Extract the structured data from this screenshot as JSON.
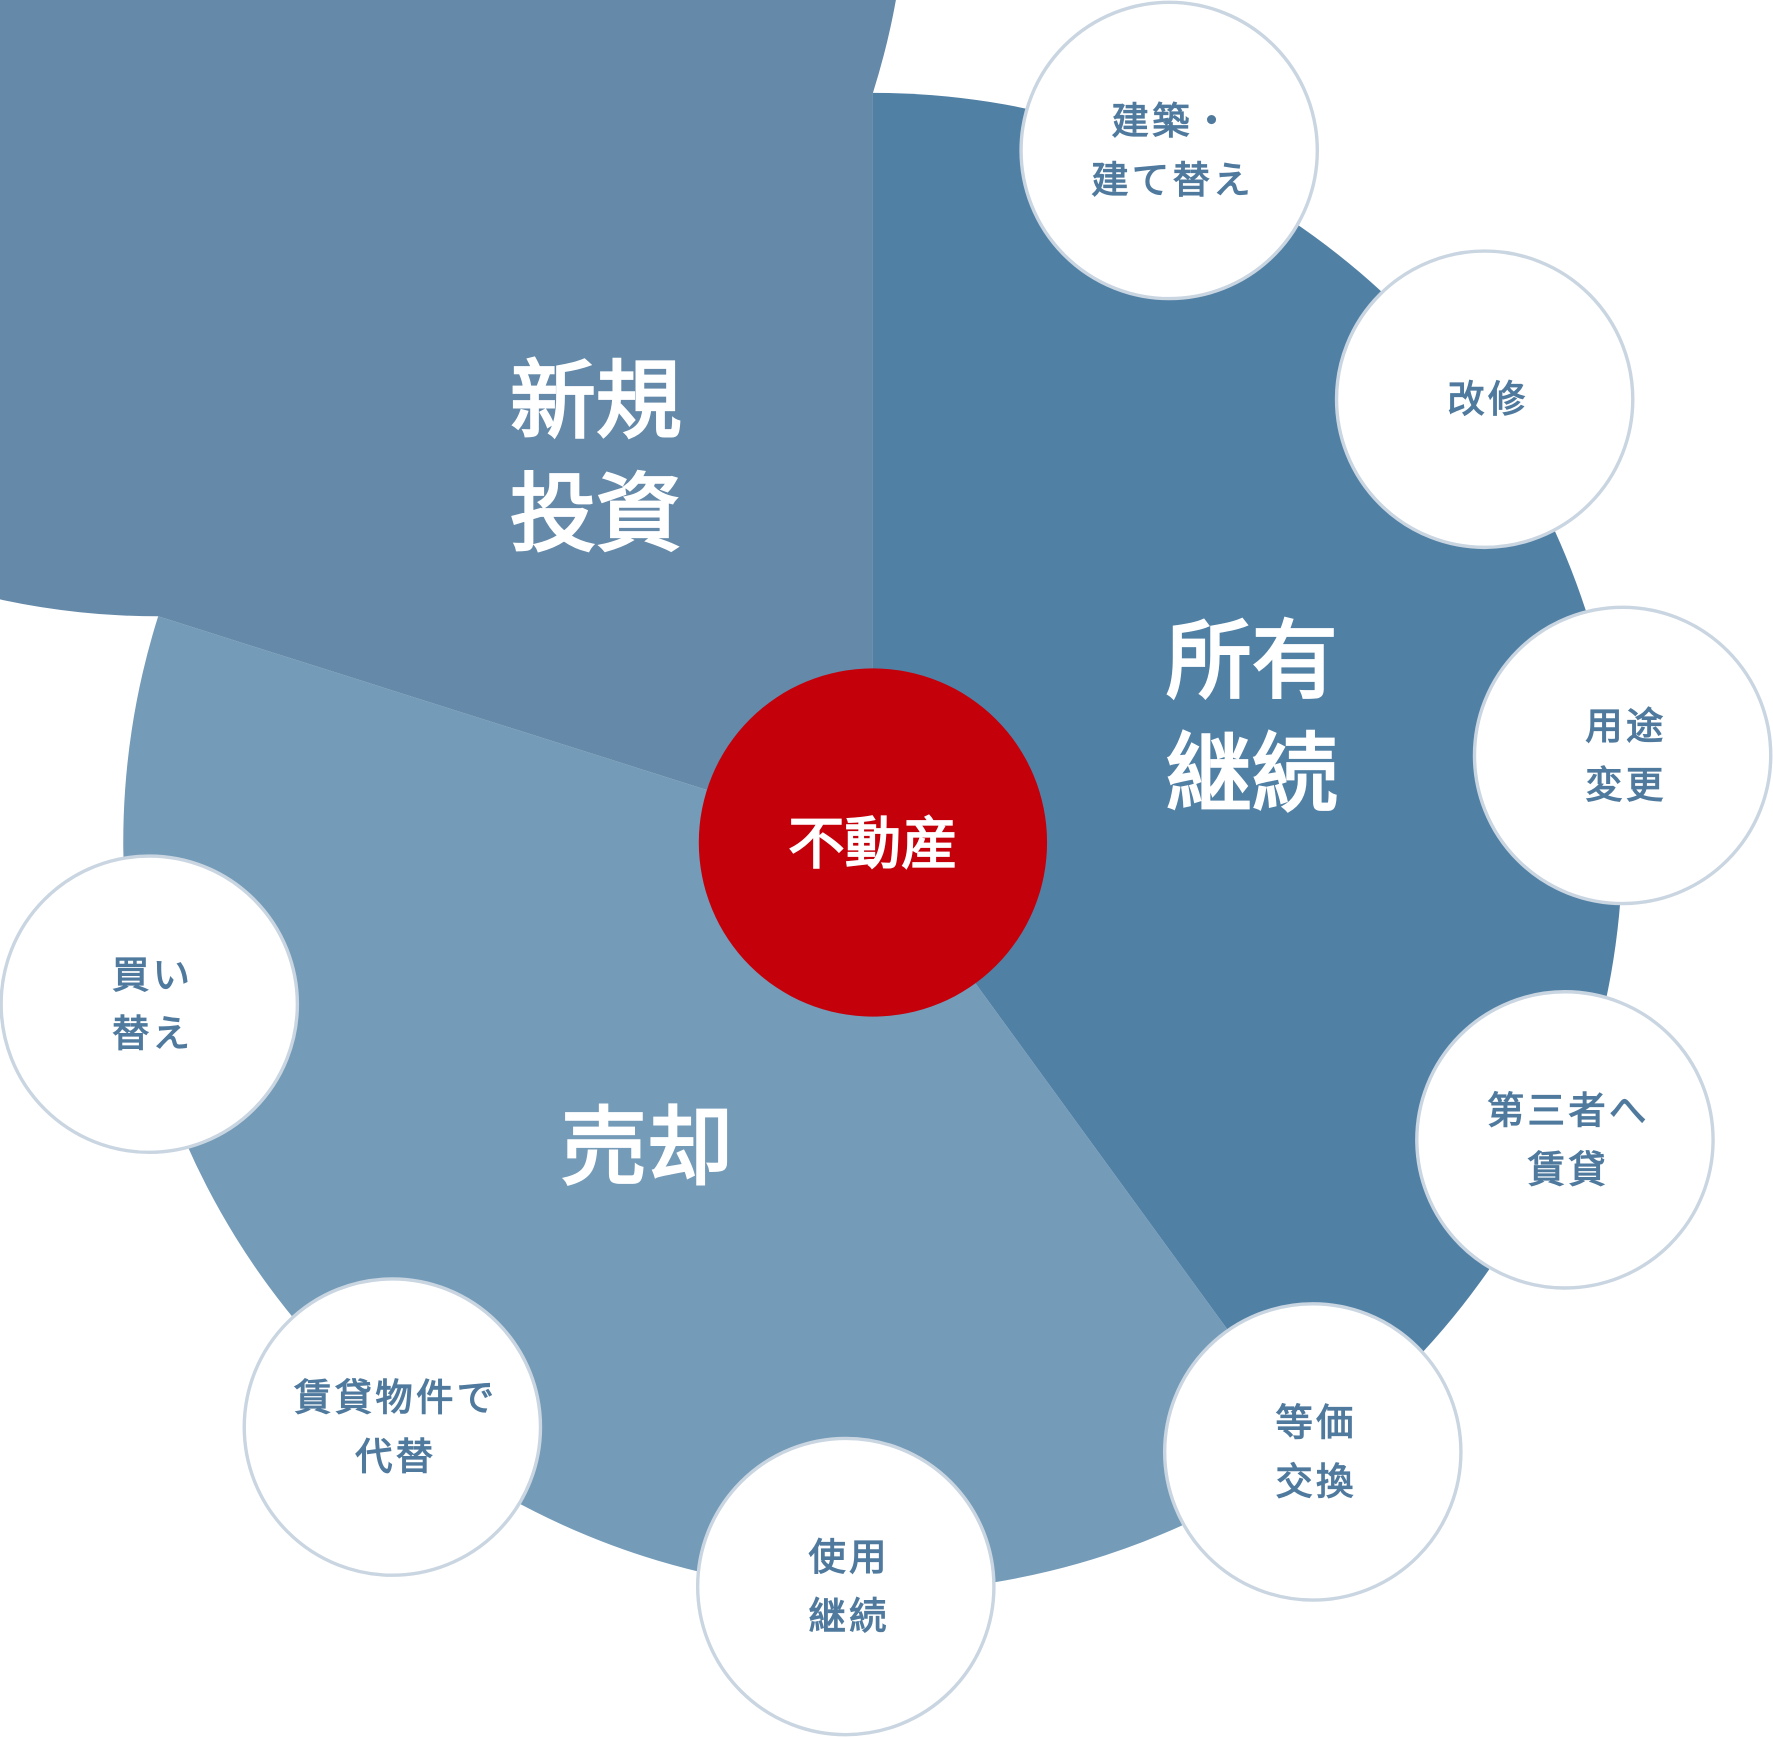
{
  "colors": {
    "new_investment": "#6589a8",
    "keep_ownership": "#5180a5",
    "sale": "#749bb8",
    "center": "#c4000b",
    "bubble_text": "#4f7a9e",
    "bubble_stroke": "#c9d5e1"
  },
  "center": {
    "label": "不動産"
  },
  "segments": [
    {
      "id": "new_investment",
      "lines": [
        "新規",
        "投資"
      ]
    },
    {
      "id": "keep_ownership",
      "lines": [
        "所有",
        "継続"
      ]
    },
    {
      "id": "sale",
      "lines": [
        "売却"
      ]
    }
  ],
  "options": [
    {
      "lines": [
        "建築・",
        "建て替え"
      ]
    },
    {
      "lines": [
        "改修"
      ]
    },
    {
      "lines": [
        "用途",
        "変更"
      ]
    },
    {
      "lines": [
        "第三者へ",
        "賃貸"
      ]
    },
    {
      "lines": [
        "等価",
        "交換"
      ]
    },
    {
      "lines": [
        "使用",
        "継続"
      ]
    },
    {
      "lines": [
        "賃貸物件で",
        "代替"
      ]
    },
    {
      "lines": [
        "買い",
        "替え"
      ]
    }
  ]
}
